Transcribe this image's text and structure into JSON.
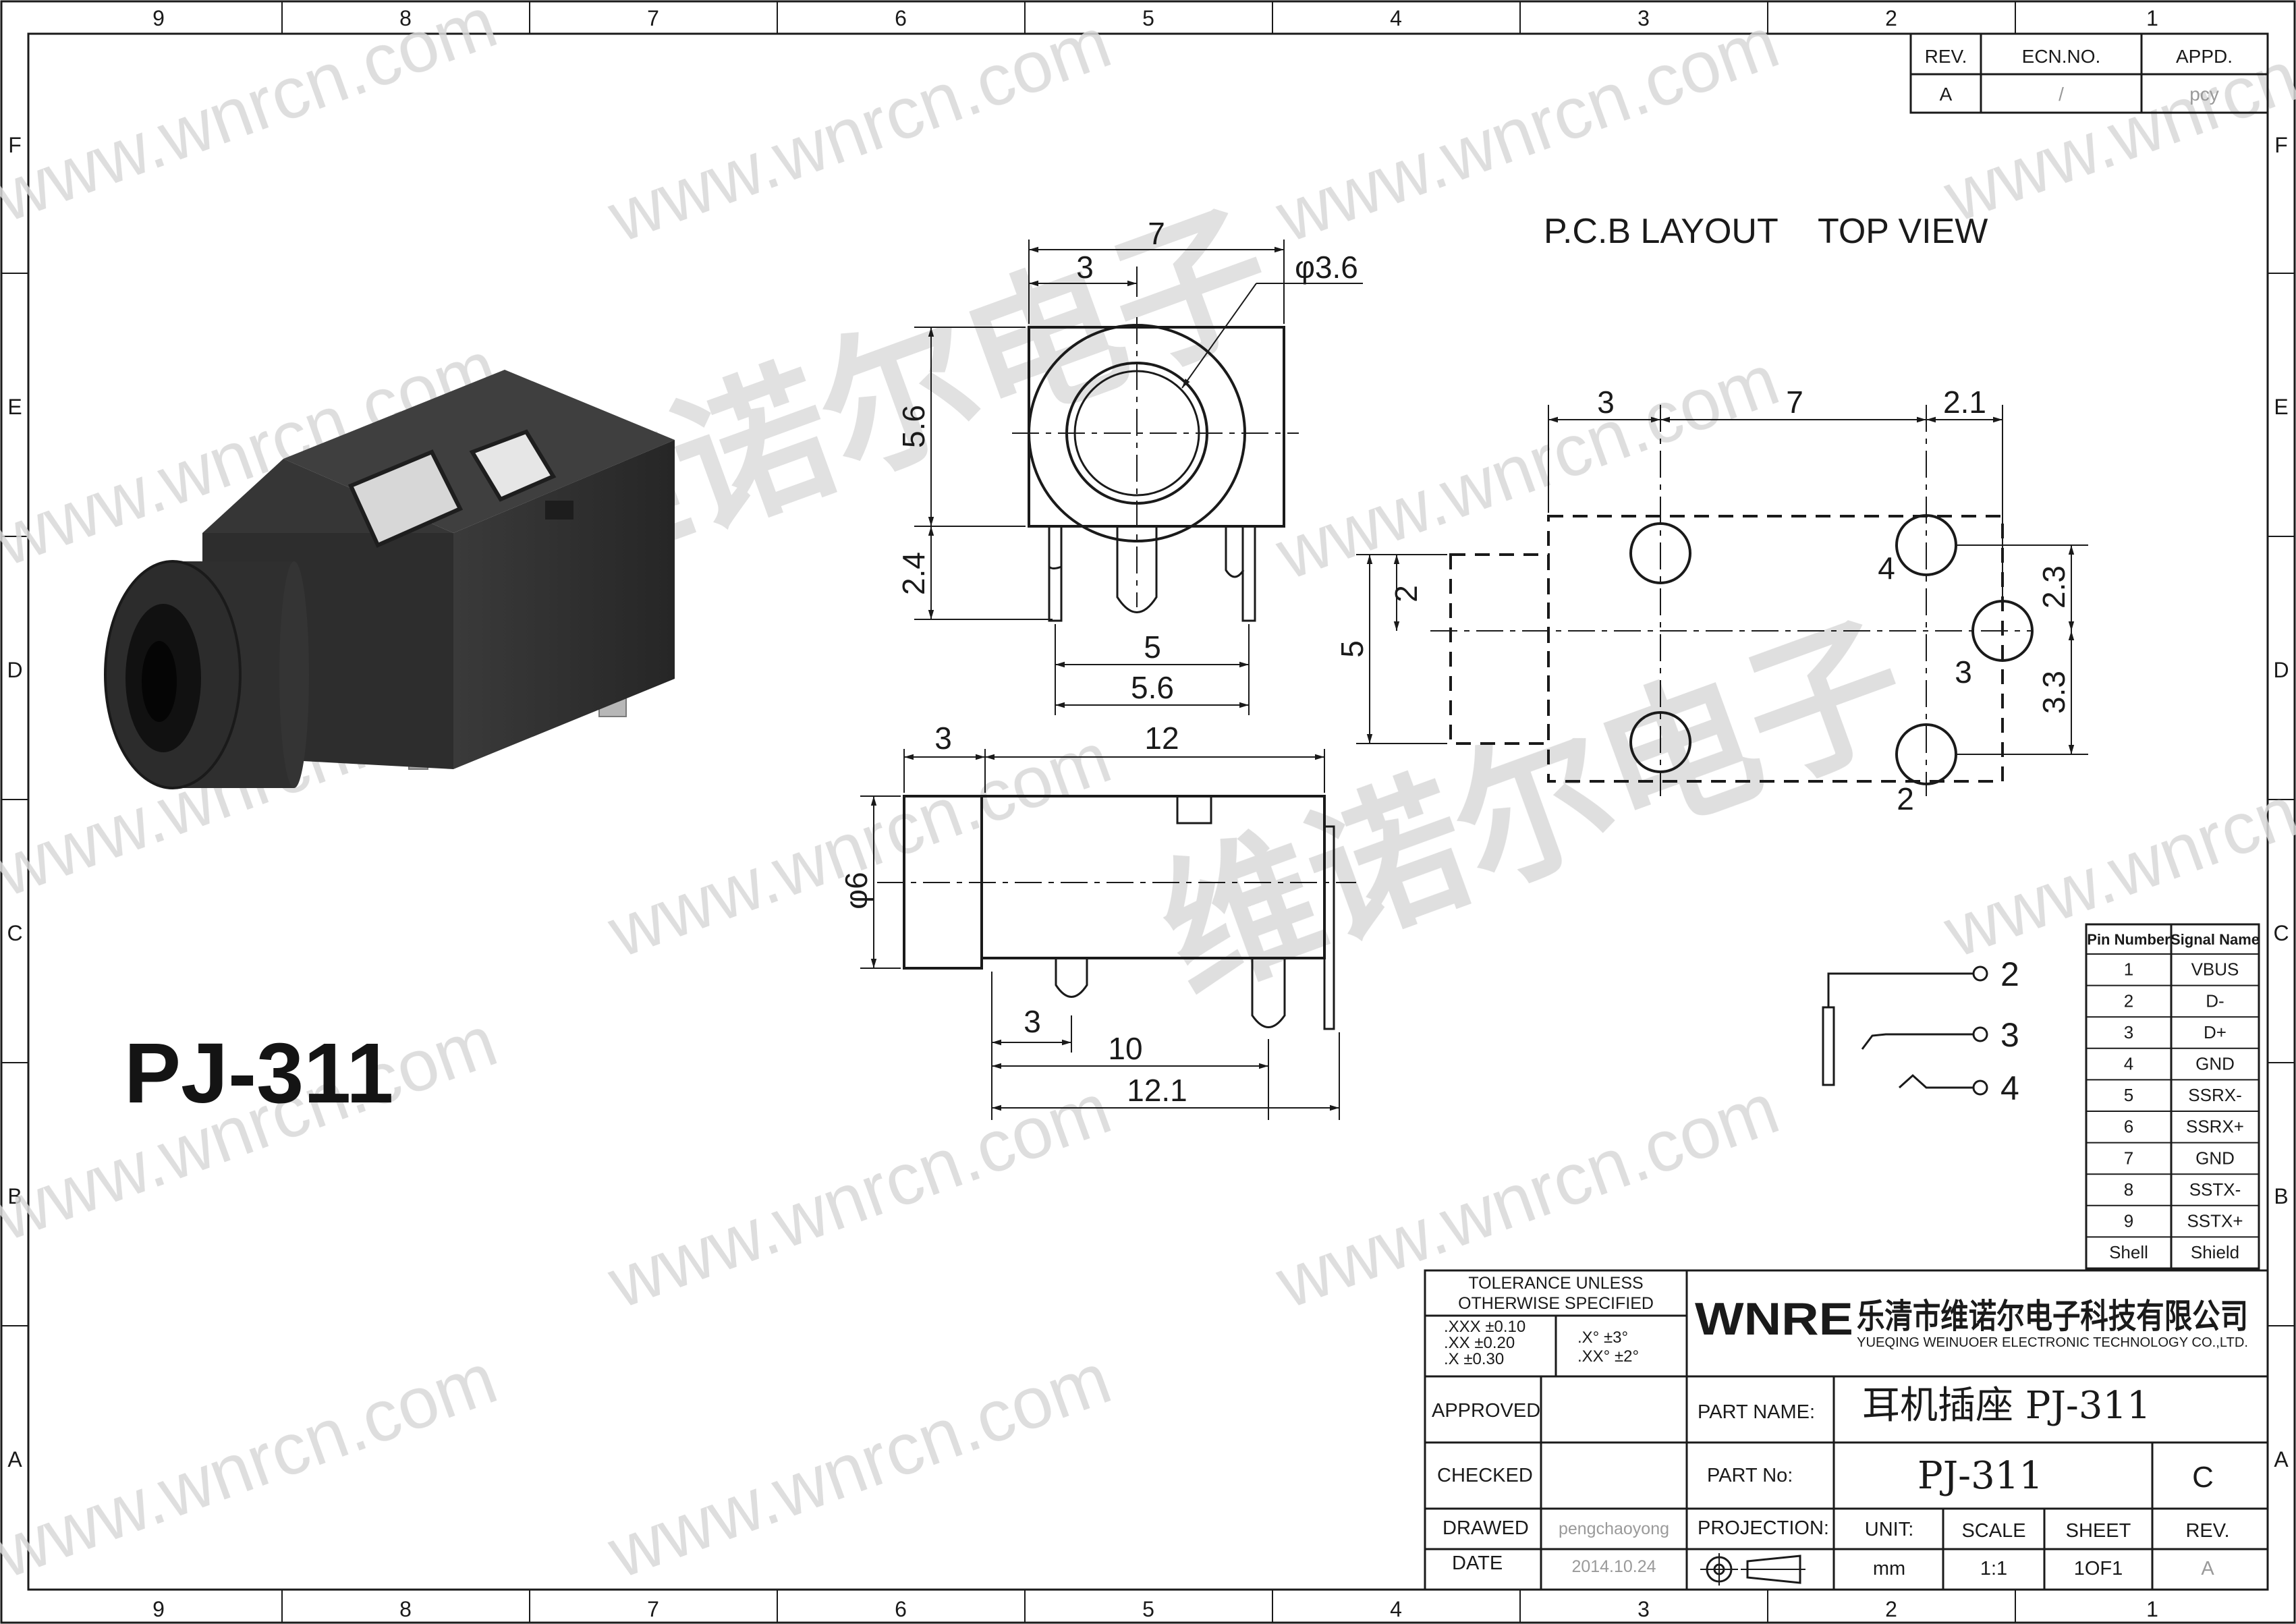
{
  "border": {
    "columns": [
      "9",
      "8",
      "7",
      "6",
      "5",
      "4",
      "3",
      "2",
      "1"
    ],
    "rows": [
      "F",
      "E",
      "D",
      "C",
      "B",
      "A"
    ]
  },
  "watermark": {
    "url": "www.wnrcn.com",
    "cn": "维诺尔电子"
  },
  "revision_table": {
    "headers": [
      "REV.",
      "ECN.NO.",
      "APPD."
    ],
    "row": [
      "A",
      "/",
      "pcy"
    ]
  },
  "product": {
    "model": "PJ-311"
  },
  "pcb_layout": {
    "title_left": "P.C.B LAYOUT",
    "title_right": "TOP VIEW",
    "dims": {
      "d3": "3",
      "d7": "7",
      "d21": "2.1",
      "d2": "2",
      "d5": "5",
      "d23": "2.3",
      "d33": "3.3"
    },
    "pins": {
      "p4": "4",
      "p3": "3",
      "p2": "2"
    }
  },
  "front_view": {
    "dims": {
      "w7": "7",
      "w3": "3",
      "phi36": "φ3.6",
      "h56": "5.6",
      "h24": "2.4",
      "b5": "5",
      "b56": "5.6"
    }
  },
  "side_view": {
    "dims": {
      "t3": "3",
      "t12": "12",
      "phi6": "φ6",
      "b3": "3",
      "b10": "10",
      "b121": "12.1"
    }
  },
  "schematic": {
    "pins": [
      "2",
      "3",
      "4"
    ]
  },
  "pin_table": {
    "headers": [
      "Pin Number",
      "Signal Name"
    ],
    "rows": [
      [
        "1",
        "VBUS"
      ],
      [
        "2",
        "D-"
      ],
      [
        "3",
        "D+"
      ],
      [
        "4",
        "GND"
      ],
      [
        "5",
        "SSRX-"
      ],
      [
        "6",
        "SSRX+"
      ],
      [
        "7",
        "GND"
      ],
      [
        "8",
        "SSTX-"
      ],
      [
        "9",
        "SSTX+"
      ],
      [
        "Shell",
        "Shield"
      ]
    ]
  },
  "title_block": {
    "tolerance_title_1": "TOLERANCE UNLESS",
    "tolerance_title_2": "OTHERWISE SPECIFIED",
    "tol_lin_1": ".XXX ±0.10",
    "tol_lin_2": ".XX ±0.20",
    "tol_lin_3": ".X ±0.30",
    "tol_ang_1": ".X° ±3°",
    "tol_ang_2": ".XX° ±2°",
    "logo": "WNRE",
    "company_cn": "乐清市维诺尔电子科技有限公司",
    "company_en": "YUEQING WEINUOER ELECTRONIC TECHNOLOGY CO.,LTD.",
    "approved_label": "APPROVED",
    "checked_label": "CHECKED",
    "drawed_label": "DRAWED",
    "drawed_value": "pengchaoyong",
    "date_label": "DATE",
    "date_value": "2014.10.24",
    "part_name_label": "PART  NAME:",
    "part_name_value": "耳机插座 PJ-311",
    "part_no_label": "PART  No:",
    "part_no_value": "PJ-311",
    "part_no_rev": "C",
    "projection_label": "PROJECTION:",
    "unit_label": "UNIT:",
    "unit_value": "mm",
    "scale_label": "SCALE",
    "scale_value": "1:1",
    "sheet_label": "SHEET",
    "sheet_value": "1OF1",
    "rev_label": "REV.",
    "rev_value": "A"
  }
}
